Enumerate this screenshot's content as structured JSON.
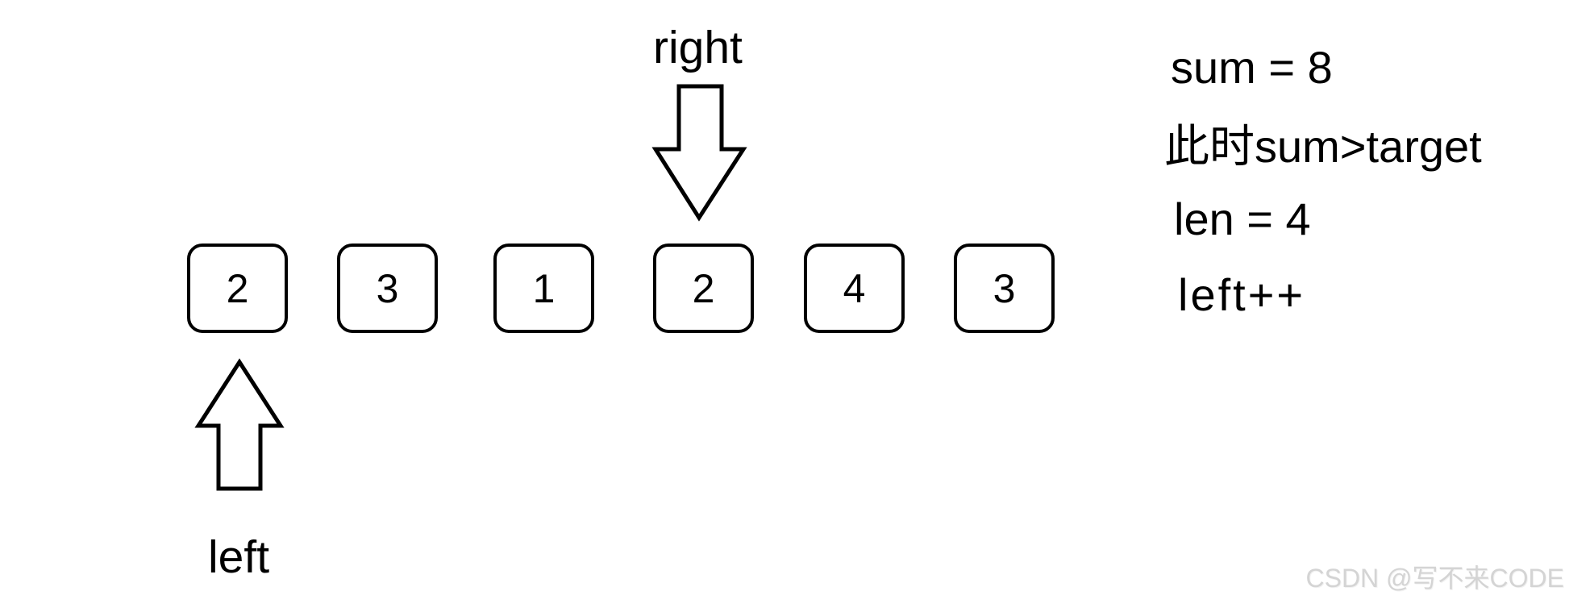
{
  "diagram": {
    "array": {
      "cells": [
        "2",
        "3",
        "1",
        "2",
        "4",
        "3"
      ]
    },
    "pointers": {
      "right_label": "right",
      "left_label": "left"
    },
    "annotations": {
      "sum": "sum = 8",
      "condition": "此时sum>target",
      "len": "len = 4",
      "left_increment": "left++"
    },
    "colors": {
      "stroke": "#000000",
      "background": "#ffffff",
      "watermark": "#d4d4d4"
    },
    "watermark": "CSDN @写不来CODE"
  }
}
